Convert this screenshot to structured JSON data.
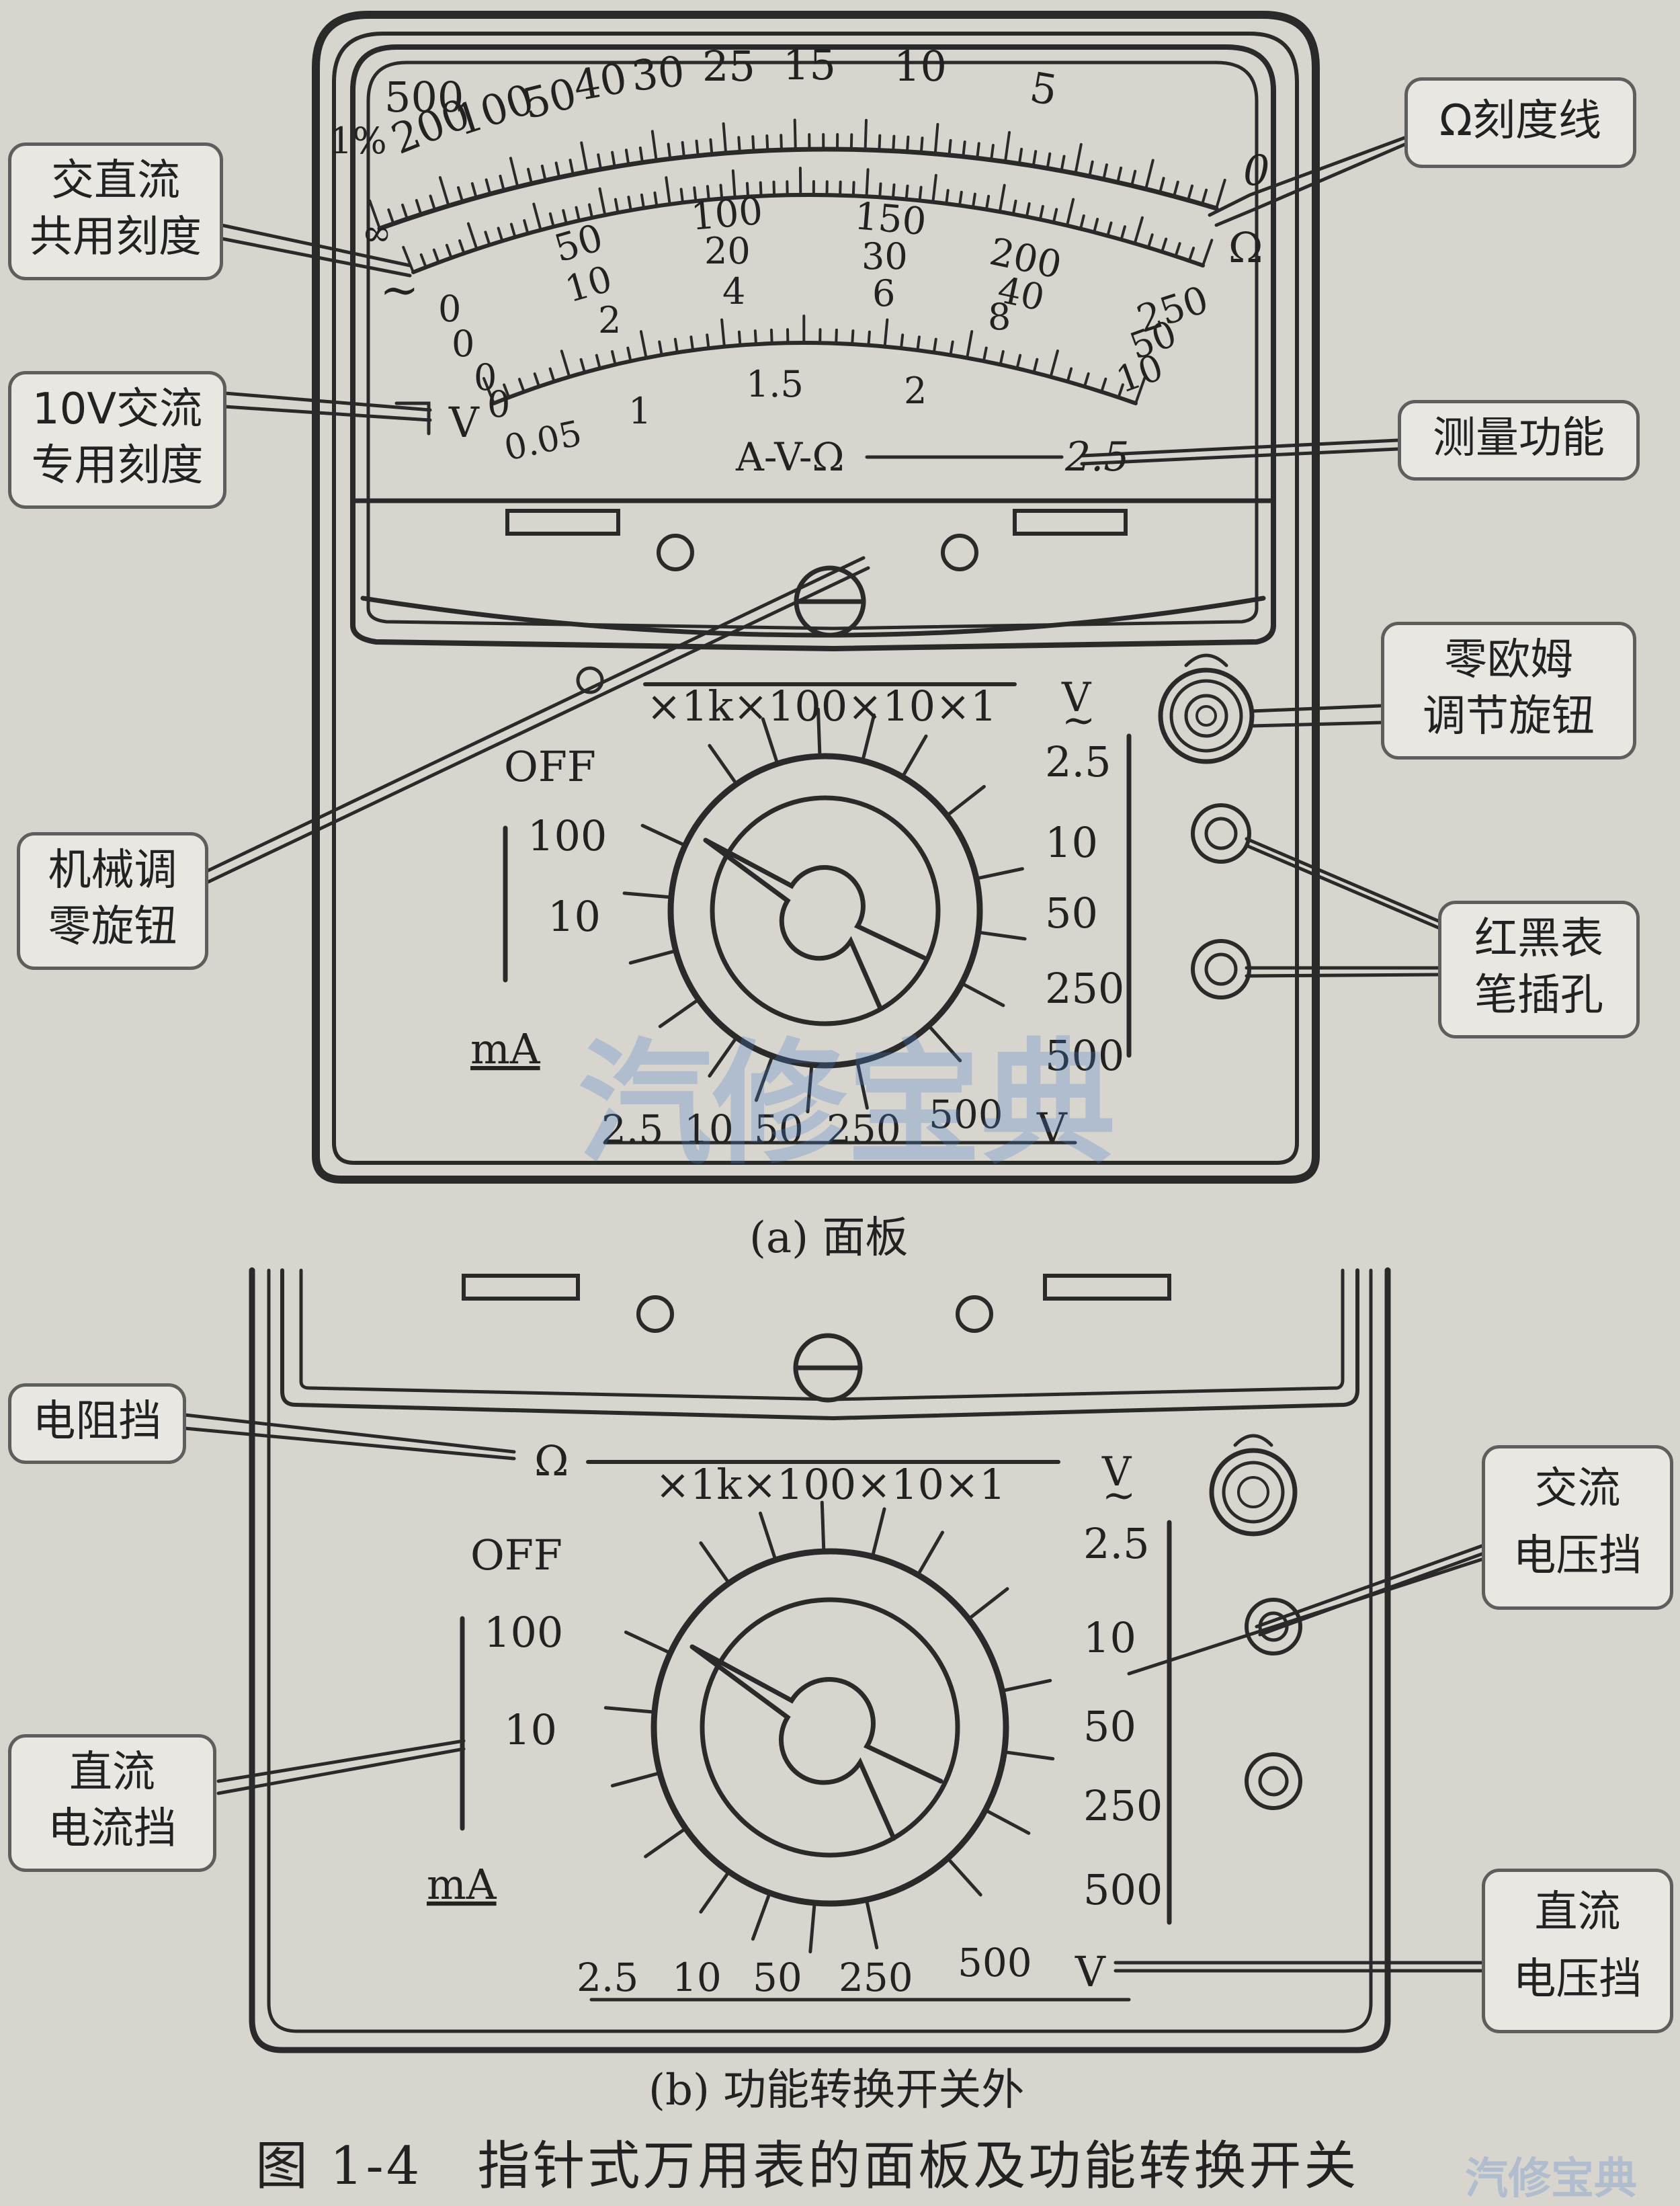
{
  "panel_a": {
    "ohm_scale": [
      "500",
      "200",
      "100",
      "50",
      "40",
      "30",
      "25",
      "15",
      "10",
      "5",
      "0"
    ],
    "ohm_scale_extra": [
      "1%",
      "∞",
      "Ω"
    ],
    "common_scale_1": [
      "50",
      "100",
      "150",
      "200",
      "250"
    ],
    "common_scale_2": [
      "10",
      "20",
      "30",
      "40",
      "50"
    ],
    "common_scale_3": [
      "2",
      "4",
      "6",
      "8",
      "10"
    ],
    "zeros": [
      "0",
      "0",
      "0"
    ],
    "ac_symbol": "~",
    "ac10v_scale": [
      "0",
      "1",
      "1.5",
      "2"
    ],
    "ac10v_extra": [
      "0.05",
      "V"
    ],
    "function_label": "A-V-Ω",
    "range_label": "2.5",
    "dial": {
      "ohm_ranges": "×1k×100×10×1",
      "off": "OFF",
      "ma_ranges": [
        "100",
        "10"
      ],
      "ma_unit": "mA",
      "acv_unit": "V",
      "acv_tilde": "~",
      "acv_ranges": [
        "2.5",
        "10",
        "50",
        "250",
        "500"
      ],
      "dcv_ranges": [
        "2.5",
        "10",
        "50",
        "250",
        "500"
      ],
      "dcv_unit": "V"
    },
    "caption": "(a) 面板"
  },
  "panel_b": {
    "ohm_symbol": "Ω",
    "dial": {
      "ohm_ranges": "×1k×100×10×1",
      "off": "OFF",
      "ma_ranges": [
        "100",
        "10"
      ],
      "ma_unit": "mA",
      "acv_unit": "V",
      "acv_tilde": "~",
      "acv_ranges": [
        "2.5",
        "10",
        "50",
        "250",
        "500"
      ],
      "dcv_ranges": [
        "2.5",
        "10",
        "50",
        "250",
        "500"
      ],
      "dcv_unit": "V"
    },
    "caption": "(b) 功能转换开关外"
  },
  "annotations": {
    "ohm_scale_line": [
      "Ω刻度线"
    ],
    "ac_dc_common_scale": [
      "交直流",
      "共用刻度"
    ],
    "ac10v_scale": [
      "10V交流",
      "专用刻度"
    ],
    "measure_function": [
      "测量功能"
    ],
    "zero_ohm_knob": [
      "零欧姆",
      "调节旋钮"
    ],
    "mech_zero_knob": [
      "机械调",
      "零旋钮"
    ],
    "probe_jacks": [
      "红黑表",
      "笔插孔"
    ],
    "resistance_range": [
      "电阻挡"
    ],
    "ac_voltage_range": [
      "交流",
      "电压挡"
    ],
    "dc_current_range": [
      "直流",
      "电流挡"
    ],
    "dc_voltage_range": [
      "直流",
      "电压挡"
    ]
  },
  "figure_caption": "图 1-4　指针式万用表的面板及功能转换开关",
  "watermark": {
    "main": "汽修宝典",
    "footer": "汽修宝典"
  }
}
